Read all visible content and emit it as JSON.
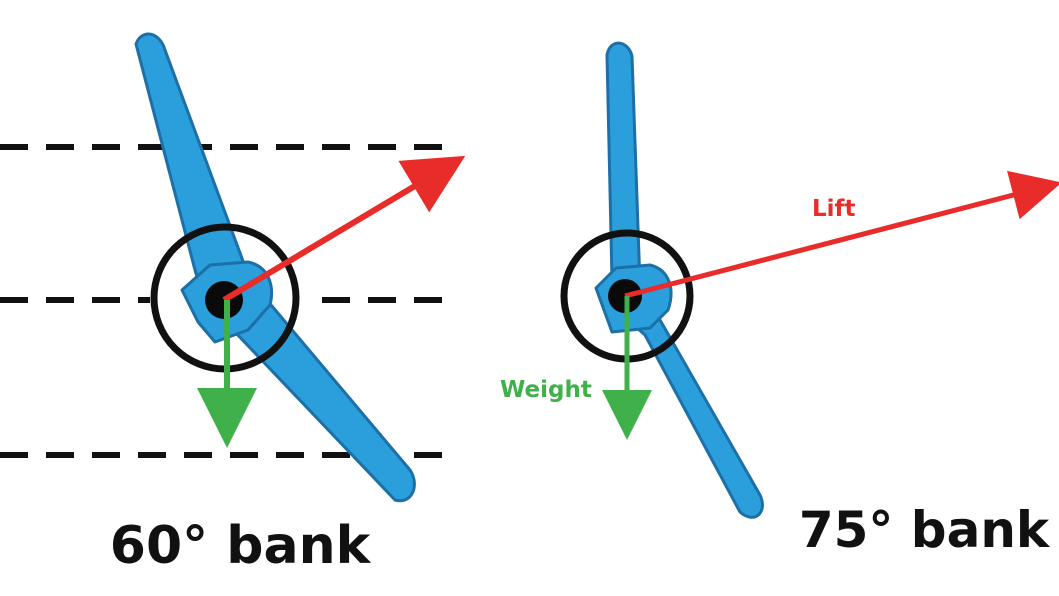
{
  "panels": [
    {
      "label": "60° bank",
      "bank_angle_deg": 60
    },
    {
      "label": "75° bank",
      "bank_angle_deg": 75,
      "lift_label": "Lift",
      "weight_label": "Weight"
    }
  ],
  "colors": {
    "wing_fill": "#2a9fdb",
    "wing_stroke": "#1d6fa8",
    "lift": "#e82c2a",
    "weight": "#3fb04a",
    "ring": "#111111",
    "horizon": "#111111",
    "label": "#111111"
  }
}
